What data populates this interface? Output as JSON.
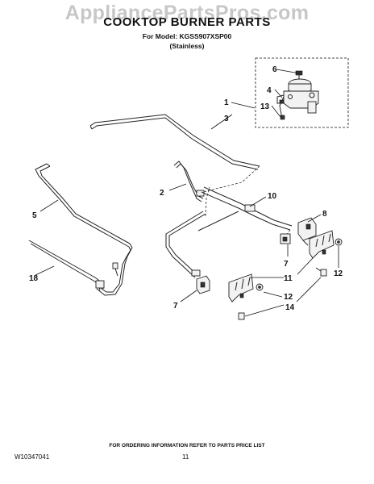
{
  "watermark": "AppliancePartsPros.com",
  "header": {
    "title": "COOKTOP BURNER PARTS",
    "model": "For Model: KGSS907XSP00",
    "finish": "(Stainless)"
  },
  "callouts": {
    "c1": "1",
    "c3": "3",
    "c6": "6",
    "c4": "4",
    "c13": "13",
    "c2": "2",
    "c5": "5",
    "c10": "10",
    "c8": "8",
    "c7a": "7",
    "c7b": "7",
    "c11": "11",
    "c12a": "12",
    "c12b": "12",
    "c14": "14",
    "c18": "18"
  },
  "footer": {
    "note": "FOR ORDERING INFORMATION REFER TO PARTS PRICE LIST",
    "doc_number": "W10347041",
    "page_number": "11"
  }
}
